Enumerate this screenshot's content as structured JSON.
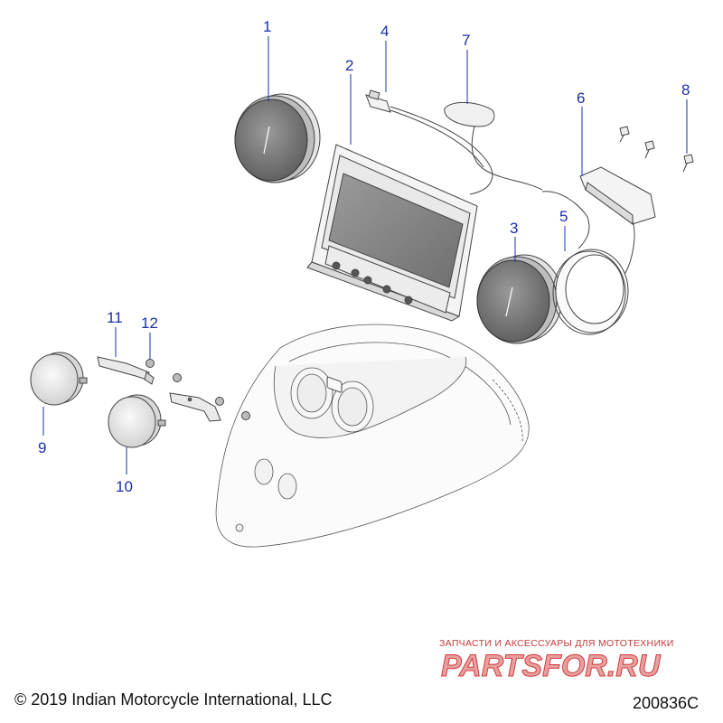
{
  "callouts": [
    {
      "label": "1",
      "part": "left-gauge"
    },
    {
      "label": "2",
      "part": "display-unit"
    },
    {
      "label": "3",
      "part": "right-gauge"
    },
    {
      "label": "4",
      "part": "usb-connector"
    },
    {
      "label": "7",
      "part": "antenna"
    },
    {
      "label": "6",
      "part": "mounting-bracket"
    },
    {
      "label": "8",
      "part": "screws"
    },
    {
      "label": "5",
      "part": "trim-ring"
    },
    {
      "label": "11",
      "part": "small-bracket"
    },
    {
      "label": "12",
      "part": "nut"
    },
    {
      "label": "9",
      "part": "small-gauge-left"
    },
    {
      "label": "10",
      "part": "small-gauge-right"
    }
  ],
  "footer": {
    "copyright": "© 2019 Indian Motorcycle International, LLC",
    "part_code": "200836C"
  },
  "watermark": {
    "tagline": "ЗАПЧАСТИ И АКСЕССУАРЫ ДЛЯ МОТОТЕХНИКИ",
    "brand": "PARTSFOR.RU"
  },
  "colors": {
    "callout": "#1a2fa8",
    "line": "#333333",
    "gauge_face": "#7a7a7a",
    "watermark": "#d23b3b"
  }
}
